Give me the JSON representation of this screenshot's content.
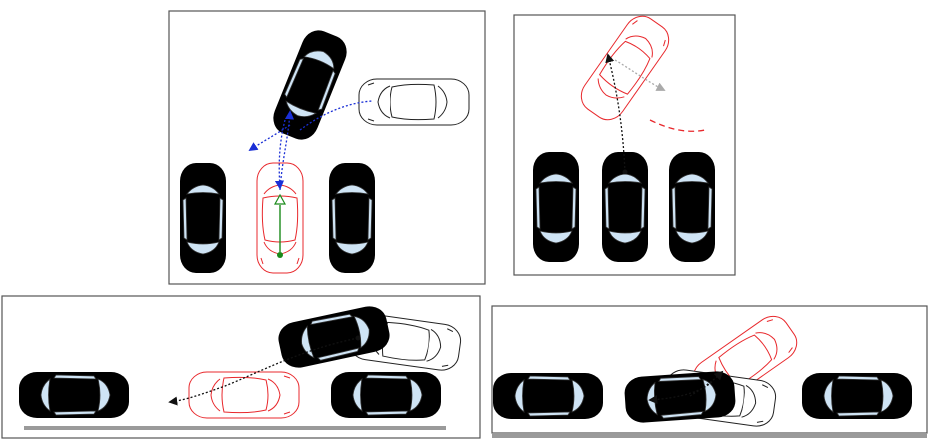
{
  "panels": [
    {
      "name": "panel-perpendicular-exit"
    },
    {
      "name": "panel-perpendicular-entry"
    },
    {
      "name": "panel-parallel-exit"
    },
    {
      "name": "panel-parallel-entry"
    }
  ],
  "colors": {
    "frame": "#555555",
    "parked_body": "#8a8a8a",
    "parked_roof": "#6e6e6e",
    "glass": "#cfe4f5",
    "active_body": "#6cc13c",
    "active_roof": "#4f9d26",
    "outline_car": "#ffffff",
    "ghost_car": "#e8282c",
    "path_blue": "#1a2fd6",
    "path_black": "#111111",
    "path_green": "#1a8a1a",
    "curb": "#9a9a9a"
  },
  "icons": {
    "parked_car": "car-top-view-icon",
    "active_car": "car-top-view-icon",
    "ghost_car": "car-outline-icon",
    "arrow": "arrowhead-icon"
  }
}
